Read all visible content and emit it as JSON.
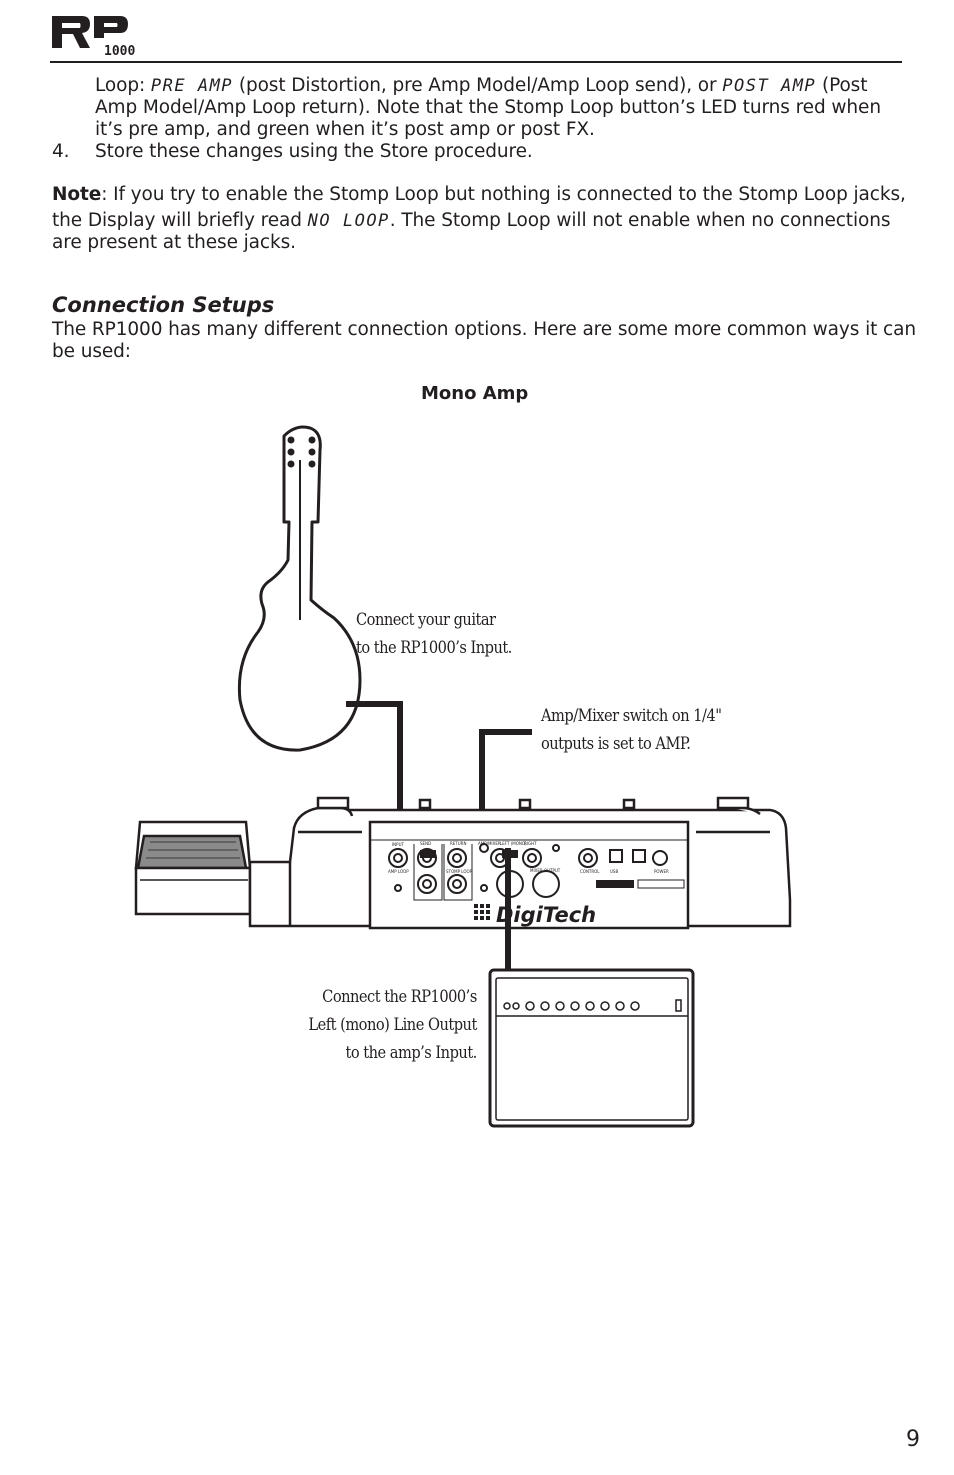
{
  "header": {
    "logo_main": "RP",
    "logo_sub": "1000"
  },
  "body": {
    "loop_prefix": "Loop: ",
    "loop_pre_amp": "PRE AMP",
    "loop_mid": " (post Distortion, pre Amp Model/Amp Loop send), or ",
    "loop_post_amp": "POST AMP",
    "loop_post_start": " (Post",
    "loop_line2": "Amp Model/Amp Loop return).  Note that the Stomp Loop button’s LED turns red when",
    "loop_line3": "it’s pre amp, and green when it’s post amp or post FX.",
    "step4_num": "4.",
    "step4_text": "Store these changes using the Store procedure.",
    "note_label": "Note",
    "note_line1": ": If you try to enable the Stomp Loop but nothing is connected to the Stomp Loop jacks,",
    "note_line2_a": "the Display will briefly read ",
    "note_lcd": "NO LOOP",
    "note_line2_b": ".  The Stomp Loop will not enable when no connections",
    "note_line3": "are present at these jacks.",
    "section_title": "Connection Setups",
    "section_line1": "The RP1000 has many different connection options.  Here are some more common ways it can",
    "section_line2": "be used:"
  },
  "diagram": {
    "title": "Mono Amp",
    "caption_guitar_1": "Connect your guitar",
    "caption_guitar_2": "to the RP1000’s Input.",
    "caption_switch_1": "Amp/Mixer switch on 1/4\"",
    "caption_switch_2": "outputs is set to AMP.",
    "caption_amp_1": "Connect the RP1000’s",
    "caption_amp_2": "Left (mono) Line Output",
    "caption_amp_3": "to the amp’s Input.",
    "brand": "DigiTech",
    "panel_labels": [
      "INPUT",
      "AMP LOOP",
      "STOMP LOOP",
      "SEND",
      "RETURN",
      "AMP/MIXER",
      "MIXER OUTPUT",
      "LEFT (MONO)",
      "RIGHT",
      "USB",
      "POWER",
      "CONTROL"
    ]
  },
  "footer": {
    "page_number": "9"
  }
}
